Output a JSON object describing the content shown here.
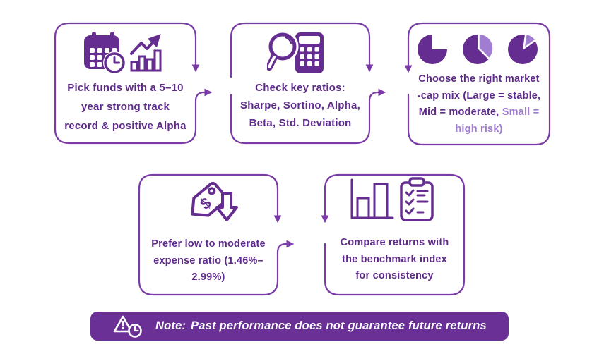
{
  "palette": {
    "border_purple": "#7a3ba6",
    "text_purple": "#5e2b8a",
    "light_purple": "#a07cd2",
    "icon_purple": "#662d91",
    "banner_bg": "#6b3096",
    "banner_text": "#ffffff",
    "background": "#ffffff"
  },
  "steps": [
    {
      "name": "track-record",
      "icons": [
        "calendar-clock-icon",
        "growth-chart-icon"
      ],
      "lines": [
        {
          "segments": [
            {
              "text": "Pick funds with a 5–10",
              "tone": "dark"
            }
          ]
        },
        {
          "segments": [
            {
              "text": "year strong track",
              "tone": "dark"
            }
          ]
        },
        {
          "segments": [
            {
              "text": "record & positive Alpha",
              "tone": "dark"
            }
          ]
        }
      ]
    },
    {
      "name": "key-ratios",
      "icons": [
        "magnifier-calculator-icon"
      ],
      "lines": [
        {
          "segments": [
            {
              "text": "Check key ratios:",
              "tone": "dark"
            }
          ]
        },
        {
          "segments": [
            {
              "text": "Sharpe, Sortino, Alpha,",
              "tone": "dark"
            }
          ]
        },
        {
          "segments": [
            {
              "text": "Beta, Std. Deviation",
              "tone": "dark"
            }
          ]
        }
      ]
    },
    {
      "name": "market-cap-mix",
      "icons": [
        "pie-large-cap-icon",
        "pie-mid-cap-icon",
        "pie-small-cap-icon"
      ],
      "lines": [
        {
          "segments": [
            {
              "text": "Choose the right market",
              "tone": "dark"
            }
          ]
        },
        {
          "segments": [
            {
              "text": "-cap mix (Large = stable,",
              "tone": "dark"
            }
          ]
        },
        {
          "segments": [
            {
              "text": "Mid = moderate, ",
              "tone": "dark"
            },
            {
              "text": "Small =",
              "tone": "light"
            }
          ]
        },
        {
          "segments": [
            {
              "text": "high risk)",
              "tone": "light"
            }
          ]
        }
      ]
    },
    {
      "name": "expense-ratio",
      "icons": [
        "price-tag-discount-icon"
      ],
      "lines": [
        {
          "segments": [
            {
              "text": "Prefer low to moderate",
              "tone": "dark"
            }
          ]
        },
        {
          "segments": [
            {
              "text": "expense ratio (1.46%–",
              "tone": "dark"
            }
          ]
        },
        {
          "segments": [
            {
              "text": "2.99%)",
              "tone": "dark"
            }
          ]
        }
      ]
    },
    {
      "name": "benchmark-compare",
      "icons": [
        "bar-chart-icon",
        "checklist-clipboard-icon"
      ],
      "lines": [
        {
          "segments": [
            {
              "text": "Compare returns with",
              "tone": "dark"
            }
          ]
        },
        {
          "segments": [
            {
              "text": "the benchmark index",
              "tone": "dark"
            }
          ]
        },
        {
          "segments": [
            {
              "text": "for consistency",
              "tone": "dark"
            }
          ]
        }
      ]
    }
  ],
  "note": {
    "icon": "warning-clock-icon",
    "prefix": "Note:",
    "text": "Past performance does not guarantee future returns"
  }
}
